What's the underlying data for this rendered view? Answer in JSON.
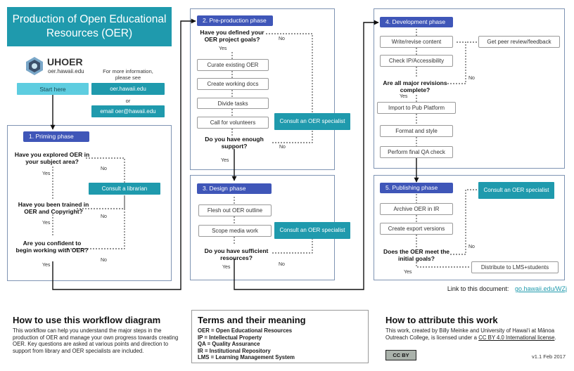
{
  "title": "Production of Open Educational Resources (OER)",
  "logo": {
    "name": "UHOER",
    "url": "oer.hawaii.edu"
  },
  "info": {
    "more": "For more information, please see",
    "or": "or",
    "website": "oer.hawaii.edu",
    "email": "email oer@hawaii.edu"
  },
  "start": "Start here",
  "phase1": {
    "tab": "1. Priming phase",
    "q1": "Have you explored OER in your subject area?",
    "q2": "Have you been trained in OER and Copyright?",
    "q3": "Are you confident to begin working with OER?",
    "librarian": "Consult a librarian"
  },
  "phase2": {
    "tab": "2. Pre-production phase",
    "q1": "Have you defined your OER project goals?",
    "steps": [
      "Curate existing OER",
      "Create working docs",
      "Divide tasks",
      "Call for volunteers"
    ],
    "q2": "Do you have enough support?",
    "consult": "Consult an OER specialist"
  },
  "phase3": {
    "tab": "3. Design phase",
    "steps": [
      "Flesh out OER outline",
      "Scope media work"
    ],
    "q": "Do you have sufficient resources?",
    "consult": "Consult an OER specialist"
  },
  "phase4": {
    "tab": "4. Development phase",
    "steps1": [
      "Write/revise content",
      "Check IP/Accessibility"
    ],
    "peer": "Get peer review/feedback",
    "q": "Are all major revisions complete?",
    "steps2": [
      "Import to Pub Platform",
      "Format and style",
      "Perform final QA check"
    ]
  },
  "phase5": {
    "tab": "5. Publishing phase",
    "steps": [
      "Archive OER in IR",
      "Create export versions"
    ],
    "q": "Does the OER meet the initial goals?",
    "consult": "Consult an OER specialist",
    "distribute": "Distribute to LMS+students"
  },
  "answers": {
    "yes": "Yes",
    "no": "No"
  },
  "doc_link": {
    "label": "Link to this document:",
    "url": "go.hawaii.edu/WZj"
  },
  "howto": {
    "heading": "How to use this workflow diagram",
    "text": "This workflow can help you understand the major steps in the production of OER and manage your own progress towards creating OER. Key questions are asked at various points and direction to support from library and OER specialists are included."
  },
  "terms": {
    "heading": "Terms and their meaning",
    "items": [
      "OER = Open Educational Resources",
      "IP = Intellectual Property",
      "QA = Quality Assurance",
      "IR = Institutional Repository",
      "LMS = Learning Management System"
    ]
  },
  "attribute": {
    "heading": "How to attribute this work",
    "text": "This work, created by Billy Meinke and University of Hawaiʻi at Mānoa Outreach College, is licensed under a",
    "license": "CC BY 4.0 International license",
    "version": "v1.1 Feb 2017",
    "badge": "CC BY"
  },
  "colors": {
    "teal": "#1f9aad",
    "light_teal": "#5ecde0",
    "phase_blue": "#3f56b8",
    "border": "#7f94b3"
  }
}
